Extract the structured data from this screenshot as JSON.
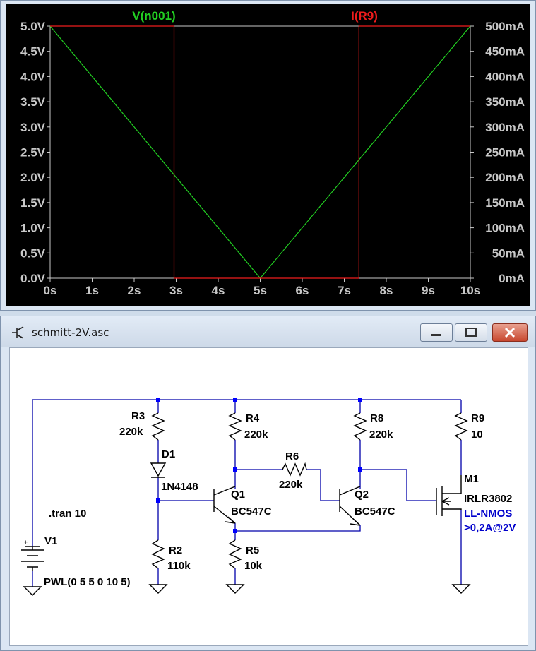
{
  "plot_window": {
    "traces": [
      {
        "label": "V(n001)",
        "color": "#22d022"
      },
      {
        "label": "I(R9)",
        "color": "#ee1c1c"
      }
    ],
    "chart_data": {
      "type": "line",
      "x_ticks": [
        "0s",
        "1s",
        "2s",
        "3s",
        "4s",
        "5s",
        "6s",
        "7s",
        "8s",
        "9s",
        "10s"
      ],
      "y_left_ticks": [
        "0.0V",
        "0.5V",
        "1.0V",
        "1.5V",
        "2.0V",
        "2.5V",
        "3.0V",
        "3.5V",
        "4.0V",
        "4.5V",
        "5.0V"
      ],
      "y_right_ticks": [
        "0mA",
        "50mA",
        "100mA",
        "150mA",
        "200mA",
        "250mA",
        "300mA",
        "350mA",
        "400mA",
        "450mA",
        "500mA"
      ],
      "xlim": [
        0,
        10
      ],
      "ylim_left": [
        0,
        5
      ],
      "ylim_right": [
        0,
        500
      ],
      "grid": false,
      "series": [
        {
          "name": "V(n001)",
          "axis": "left",
          "x": [
            0,
            5,
            10
          ],
          "y": [
            5,
            0,
            5
          ]
        },
        {
          "name": "I(R9)",
          "axis": "right",
          "x": [
            0,
            2.95,
            2.95,
            7.35,
            7.35,
            10
          ],
          "y": [
            500,
            500,
            0,
            0,
            500,
            500
          ]
        }
      ]
    }
  },
  "schematic_window": {
    "title": "schmitt-2V.asc",
    "controls": {
      "minimize": "—",
      "maximize": "▢",
      "close": "✕"
    },
    "directive": ".tran 10",
    "components": {
      "V1": {
        "ref": "V1",
        "value": "PWL(0 5 5 0 10 5)"
      },
      "R3": {
        "ref": "R3",
        "value": "220k"
      },
      "D1": {
        "ref": "D1",
        "value": "1N4148"
      },
      "R2": {
        "ref": "R2",
        "value": "110k"
      },
      "R4": {
        "ref": "R4",
        "value": "220k"
      },
      "Q1": {
        "ref": "Q1",
        "value": "BC547C"
      },
      "R5": {
        "ref": "R5",
        "value": "10k"
      },
      "R6": {
        "ref": "R6",
        "value": "220k"
      },
      "R8": {
        "ref": "R8",
        "value": "220k"
      },
      "Q2": {
        "ref": "Q2",
        "value": "BC547C"
      },
      "R9": {
        "ref": "R9",
        "value": "10"
      },
      "M1": {
        "ref": "M1",
        "value": "IRLR3802",
        "note1": "LL-NMOS",
        "note2": ">0,2A@2V"
      }
    },
    "colors": {
      "wire": "#0000aa",
      "node": "#0000ff",
      "label": "#000000",
      "note": "#0000cc"
    }
  }
}
